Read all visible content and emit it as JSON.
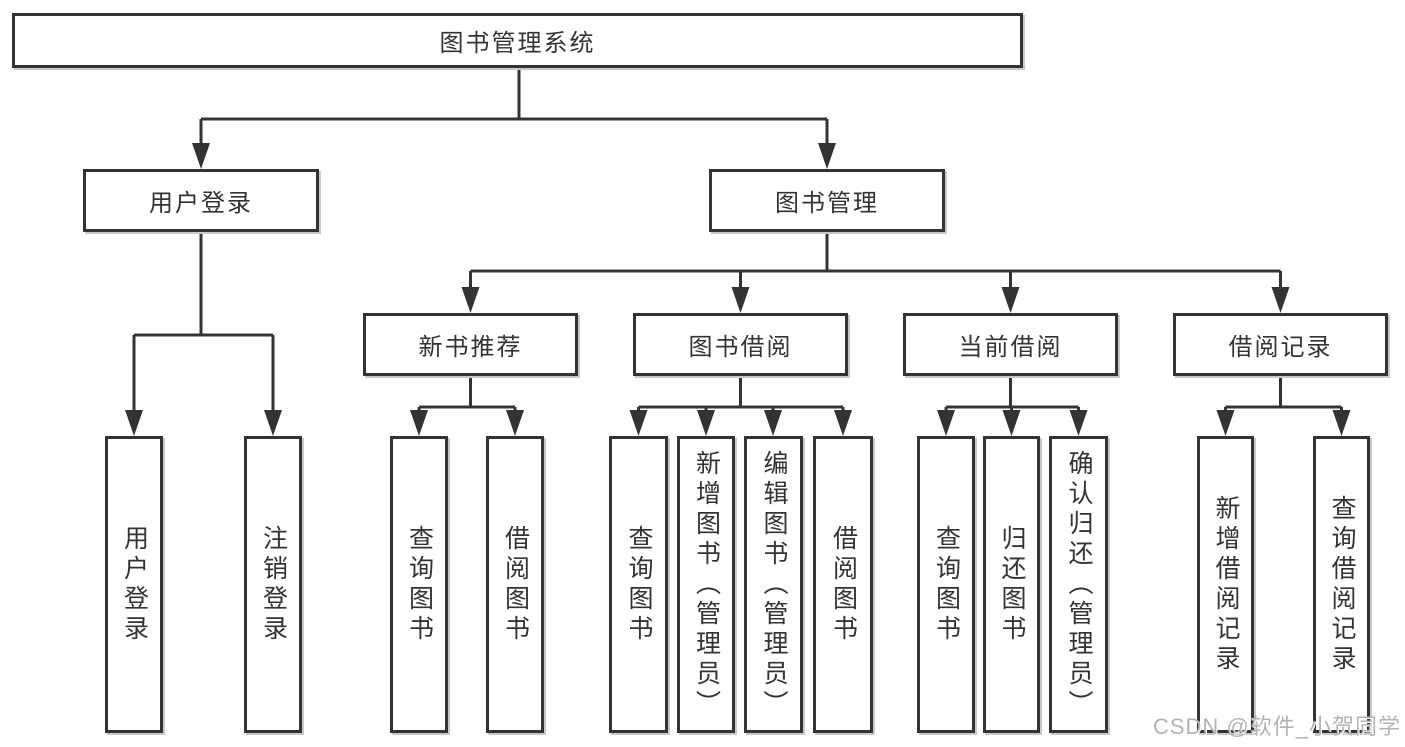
{
  "diagram": {
    "root": {
      "label": "图书管理系统"
    },
    "level2": [
      {
        "label": "用户登录"
      },
      {
        "label": "图书管理"
      }
    ],
    "level3": [
      {
        "label": "新书推荐"
      },
      {
        "label": "图书借阅"
      },
      {
        "label": "当前借阅"
      },
      {
        "label": "借阅记录"
      }
    ],
    "leaves": {
      "user_login": [
        "用户登录",
        "注销登录"
      ],
      "new_book_recommend": [
        "查询图书",
        "借阅图书"
      ],
      "book_borrowing": [
        "查询图书",
        "新增图书（管理员）",
        "编辑图书（管理员）",
        "借阅图书"
      ],
      "current_borrowing": [
        "查询图书",
        "归还图书",
        "确认归还（管理员）"
      ],
      "borrowing_records": [
        "新增借阅记录",
        "查询借阅记录"
      ]
    }
  },
  "watermark": "CSDN @软件_小贺同学",
  "colors": {
    "line": "#333333",
    "box_border": "#333333",
    "text": "#333333",
    "background": "#ffffff",
    "watermark": "#b3b3b3"
  }
}
